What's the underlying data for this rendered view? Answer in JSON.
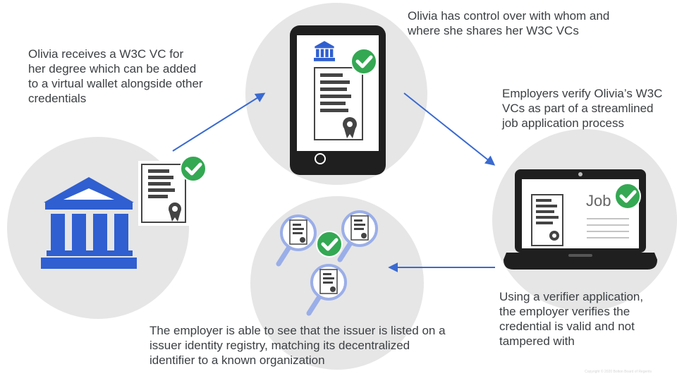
{
  "steps": {
    "issue": "Olivia receives a W3C VC for her degree which can be added to a virtual wallet alongside other credentials",
    "wallet": "Olivia has control over with whom and where she shares her W3C VCs",
    "employer": "Employers verify Olivia’s W3C VCs as part of a streamlined job application process",
    "verify": "Using a verifier application, the employer verifies the credential is valid and not tampered with",
    "registry": "The employer is able to see that the issuer is listed on a issuer identity registry, matching its decentralized identifier to a known organization"
  },
  "laptop_screen_word": "Job",
  "footer": "Copyright © 2020 Bolton Board of Regents",
  "icons": [
    "bank-icon",
    "certificate-icon",
    "check-icon",
    "phone-icon",
    "laptop-icon",
    "magnifier-icon",
    "arrow-icon"
  ],
  "colors": {
    "accent": "#2f5fd0",
    "check": "#34a853",
    "doc": "#444444",
    "circle": "#e6e6e6",
    "arrow": "#3a6ad0",
    "magnifier": "#9aaee8"
  }
}
